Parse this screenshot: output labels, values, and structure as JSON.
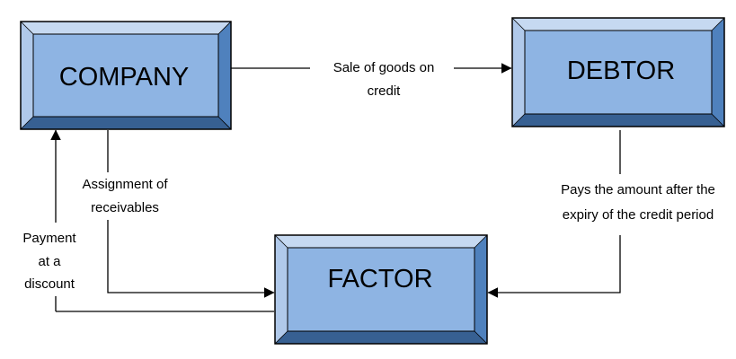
{
  "nodes": {
    "company": {
      "label": "COMPANY"
    },
    "debtor": {
      "label": "DEBTOR"
    },
    "factor": {
      "label": "FACTOR"
    }
  },
  "edges": {
    "sale": {
      "line1": "Sale of goods on",
      "line2": "credit"
    },
    "assignment": {
      "line1": "Assignment of",
      "line2": "receivables"
    },
    "payment": {
      "line1": "Payment",
      "line2": "at a",
      "line3": "discount"
    },
    "pays": {
      "line1": "Pays the amount after the",
      "line2": "expiry of the credit period"
    }
  },
  "colors": {
    "face": "#8eb4e3",
    "bevel_top": "#c6d9f1",
    "bevel_left": "#b0c9ea",
    "bevel_right": "#4f81bd",
    "bevel_bottom": "#376092",
    "outline": "#000000"
  }
}
